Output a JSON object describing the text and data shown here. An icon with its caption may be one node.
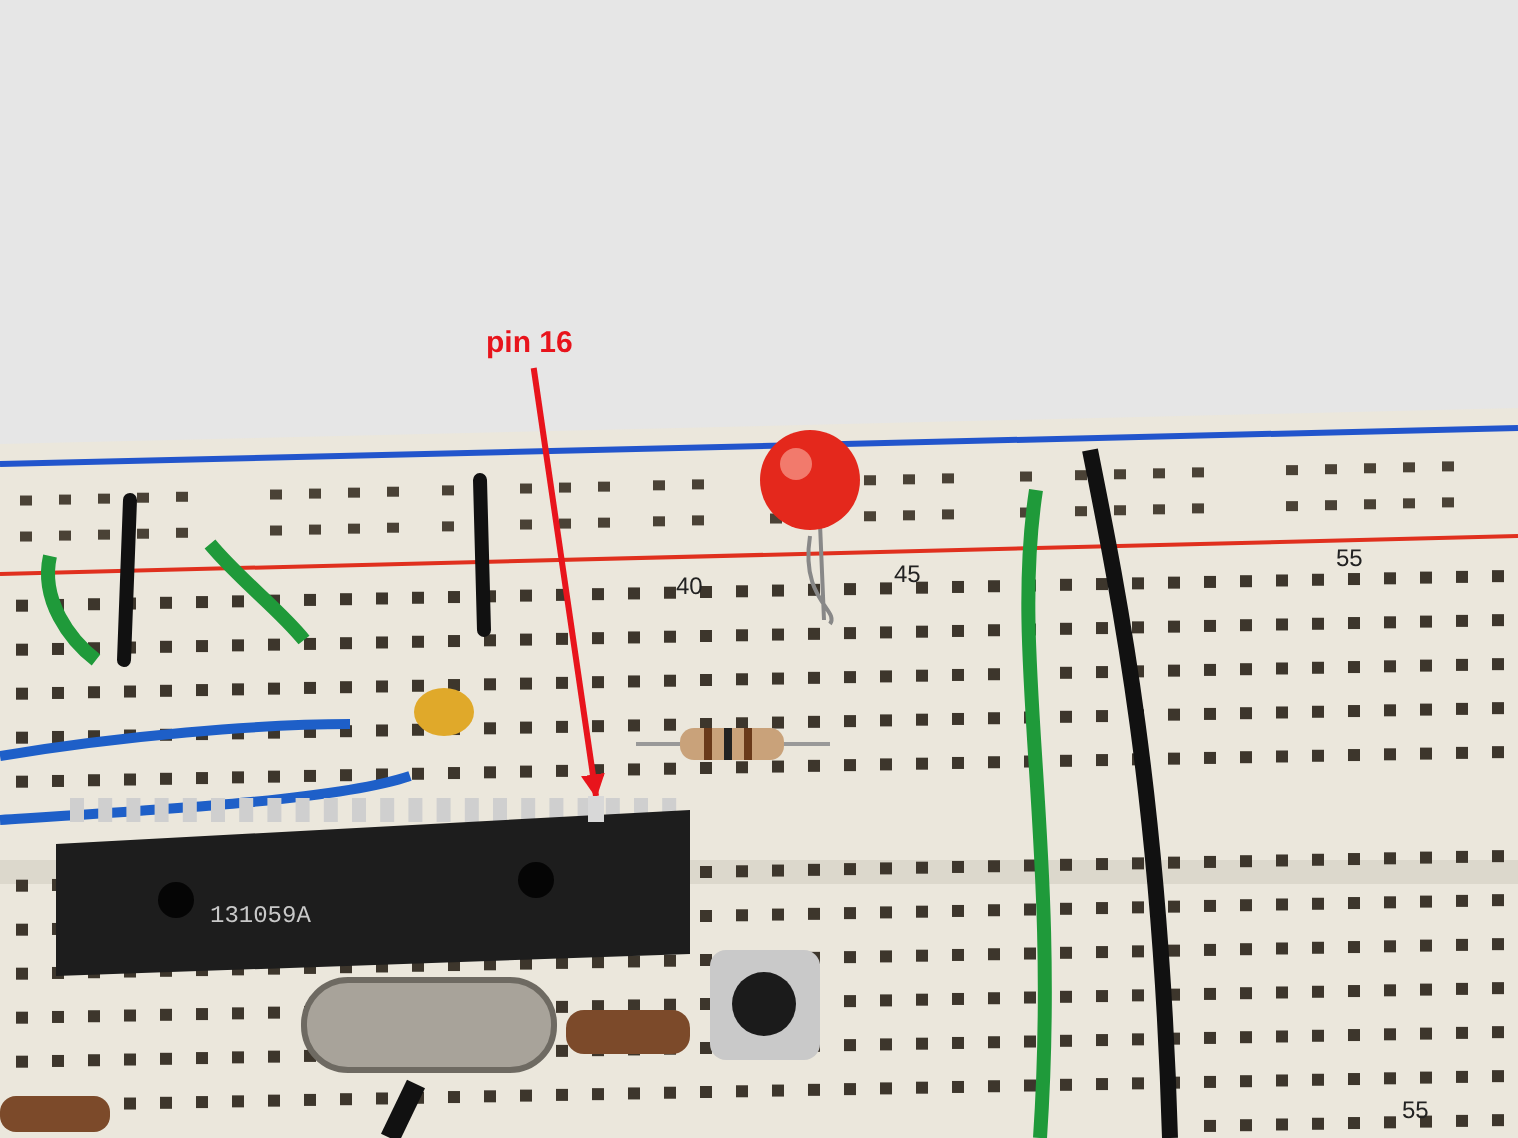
{
  "diagram": {
    "nodes": [
      {
        "text": [
          "pin 16"
        ]
      },
      {
        "text": [],
        "shape": "bar"
      }
    ],
    "edges": [
      {
        "from": 0,
        "to": 1,
        "arrow": "to"
      }
    ],
    "labels": [
      "40",
      "45",
      "55",
      "131059A",
      "55"
    ]
  }
}
